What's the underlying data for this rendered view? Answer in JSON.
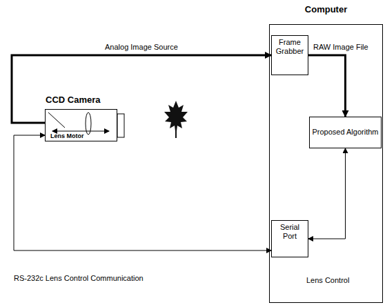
{
  "diagram": {
    "nodes": [
      {
        "text": [
          "Computer"
        ]
      },
      {
        "text": [
          "Frame Grabber"
        ],
        "in": 0
      },
      {
        "text": [
          "Proposed Algorithm"
        ],
        "in": 0
      },
      {
        "text": [
          "Serial Port"
        ],
        "in": 0
      },
      {
        "text": [
          "CCD Camera",
          "Lens Motor"
        ]
      }
    ],
    "edges": [
      {
        "from": 4,
        "to": 1,
        "label": "Analog Image Source",
        "arrow": "to"
      },
      {
        "from": 1,
        "to": 2,
        "label": "RAW Image File",
        "arrow": "to"
      },
      {
        "from": 3,
        "to": 4,
        "label": "RS-232c Lens Control Communication",
        "arrow": "both"
      },
      {
        "from": 3,
        "to": 2,
        "label": "Lens Control",
        "arrow": "both"
      }
    ]
  }
}
